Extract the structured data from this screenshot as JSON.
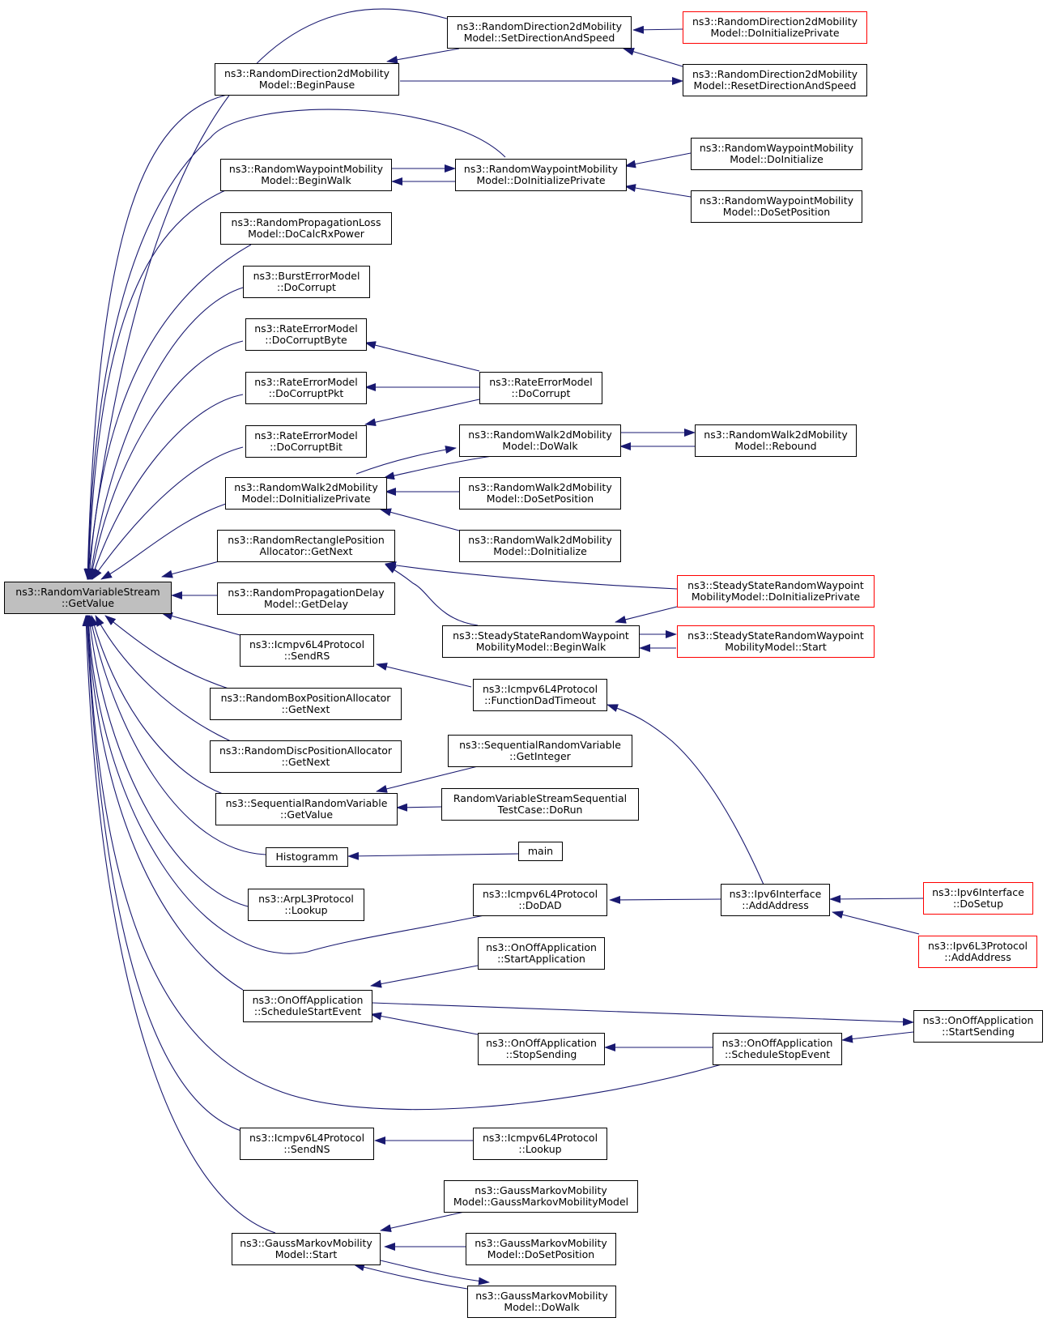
{
  "colors": {
    "edge": "#191970",
    "border": "#000000",
    "truncated_border": "#ff0000",
    "root_fill": "#bfbfbf"
  },
  "nodes": {
    "root": {
      "l1": "ns3::RandomVariableStream",
      "l2": "::GetValue"
    },
    "rd_setdir": {
      "l1": "ns3::RandomDirection2dMobility",
      "l2": "Model::SetDirectionAndSpeed"
    },
    "rd_doinit": {
      "l1": "ns3::RandomDirection2dMobility",
      "l2": "Model::DoInitializePrivate"
    },
    "rd_begin": {
      "l1": "ns3::RandomDirection2dMobility",
      "l2": "Model::BeginPause"
    },
    "rd_reset": {
      "l1": "ns3::RandomDirection2dMobility",
      "l2": "Model::ResetDirectionAndSpeed"
    },
    "rw_begin": {
      "l1": "ns3::RandomWaypointMobility",
      "l2": "Model::BeginWalk"
    },
    "rw_doinitp": {
      "l1": "ns3::RandomWaypointMobility",
      "l2": "Model::DoInitializePrivate"
    },
    "rw_doinit": {
      "l1": "ns3::RandomWaypointMobility",
      "l2": "Model::DoInitialize"
    },
    "rw_dosetpos": {
      "l1": "ns3::RandomWaypointMobility",
      "l2": "Model::DoSetPosition"
    },
    "rpl": {
      "l1": "ns3::RandomPropagationLoss",
      "l2": "Model::DoCalcRxPower"
    },
    "burst": {
      "l1": "ns3::BurstErrorModel",
      "l2": "::DoCorrupt"
    },
    "rate_byte": {
      "l1": "ns3::RateErrorModel",
      "l2": "::DoCorruptByte"
    },
    "rate_pkt": {
      "l1": "ns3::RateErrorModel",
      "l2": "::DoCorruptPkt"
    },
    "rate_bit": {
      "l1": "ns3::RateErrorModel",
      "l2": "::DoCorruptBit"
    },
    "rate_corrupt": {
      "l1": "ns3::RateErrorModel",
      "l2": "::DoCorrupt"
    },
    "rw2_dowalk": {
      "l1": "ns3::RandomWalk2dMobility",
      "l2": "Model::DoWalk"
    },
    "rw2_rebound": {
      "l1": "ns3::RandomWalk2dMobility",
      "l2": "Model::Rebound"
    },
    "rw2_doinitp": {
      "l1": "ns3::RandomWalk2dMobility",
      "l2": "Model::DoInitializePrivate"
    },
    "rw2_dosetpos": {
      "l1": "ns3::RandomWalk2dMobility",
      "l2": "Model::DoSetPosition"
    },
    "rw2_doinit": {
      "l1": "ns3::RandomWalk2dMobility",
      "l2": "Model::DoInitialize"
    },
    "rrpa": {
      "l1": "ns3::RandomRectanglePosition",
      "l2": "Allocator::GetNext"
    },
    "ss_doinitp": {
      "l1": "ns3::SteadyStateRandomWaypoint",
      "l2": "MobilityModel::DoInitializePrivate"
    },
    "rpd": {
      "l1": "ns3::RandomPropagationDelay",
      "l2": "Model::GetDelay"
    },
    "ss_begin": {
      "l1": "ns3::SteadyStateRandomWaypoint",
      "l2": "MobilityModel::BeginWalk"
    },
    "ss_start": {
      "l1": "ns3::SteadyStateRandomWaypoint",
      "l2": "MobilityModel::Start"
    },
    "icmp_sendrs": {
      "l1": "ns3::Icmpv6L4Protocol",
      "l2": "::SendRS"
    },
    "icmp_fdt": {
      "l1": "ns3::Icmpv6L4Protocol",
      "l2": "::FunctionDadTimeout"
    },
    "rbpa": {
      "l1": "ns3::RandomBoxPositionAllocator",
      "l2": "::GetNext"
    },
    "rdpa": {
      "l1": "ns3::RandomDiscPositionAllocator",
      "l2": "::GetNext"
    },
    "srv_getint": {
      "l1": "ns3::SequentialRandomVariable",
      "l2": "::GetInteger"
    },
    "srv_getval": {
      "l1": "ns3::SequentialRandomVariable",
      "l2": "::GetValue"
    },
    "rvs_test": {
      "l1": "RandomVariableStreamSequential",
      "l2": "TestCase::DoRun"
    },
    "histo": {
      "l1": "Histogramm",
      "l2": ""
    },
    "main": {
      "l1": "main",
      "l2": ""
    },
    "arp": {
      "l1": "ns3::ArpL3Protocol",
      "l2": "::Lookup"
    },
    "icmp_dodad": {
      "l1": "ns3::Icmpv6L4Protocol",
      "l2": "::DoDAD"
    },
    "ipv6if_add": {
      "l1": "ns3::Ipv6Interface",
      "l2": "::AddAddress"
    },
    "ipv6if_setup": {
      "l1": "ns3::Ipv6Interface",
      "l2": "::DoSetup"
    },
    "ipv6l3_add": {
      "l1": "ns3::Ipv6L3Protocol",
      "l2": "::AddAddress"
    },
    "onoff_startapp": {
      "l1": "ns3::OnOffApplication",
      "l2": "::StartApplication"
    },
    "onoff_sse": {
      "l1": "ns3::OnOffApplication",
      "l2": "::ScheduleStartEvent"
    },
    "onoff_startsend": {
      "l1": "ns3::OnOffApplication",
      "l2": "::StartSending"
    },
    "onoff_stopsend": {
      "l1": "ns3::OnOffApplication",
      "l2": "::StopSending"
    },
    "onoff_sste": {
      "l1": "ns3::OnOffApplication",
      "l2": "::ScheduleStopEvent"
    },
    "icmp_sendns": {
      "l1": "ns3::Icmpv6L4Protocol",
      "l2": "::SendNS"
    },
    "icmp_lookup": {
      "l1": "ns3::Icmpv6L4Protocol",
      "l2": "::Lookup"
    },
    "gm_ctor": {
      "l1": "ns3::GaussMarkovMobility",
      "l2": "Model::GaussMarkovMobilityModel"
    },
    "gm_start": {
      "l1": "ns3::GaussMarkovMobility",
      "l2": "Model::Start"
    },
    "gm_dosetpos": {
      "l1": "ns3::GaussMarkovMobility",
      "l2": "Model::DoSetPosition"
    },
    "gm_dowalk": {
      "l1": "ns3::GaussMarkovMobility",
      "l2": "Model::DoWalk"
    }
  }
}
